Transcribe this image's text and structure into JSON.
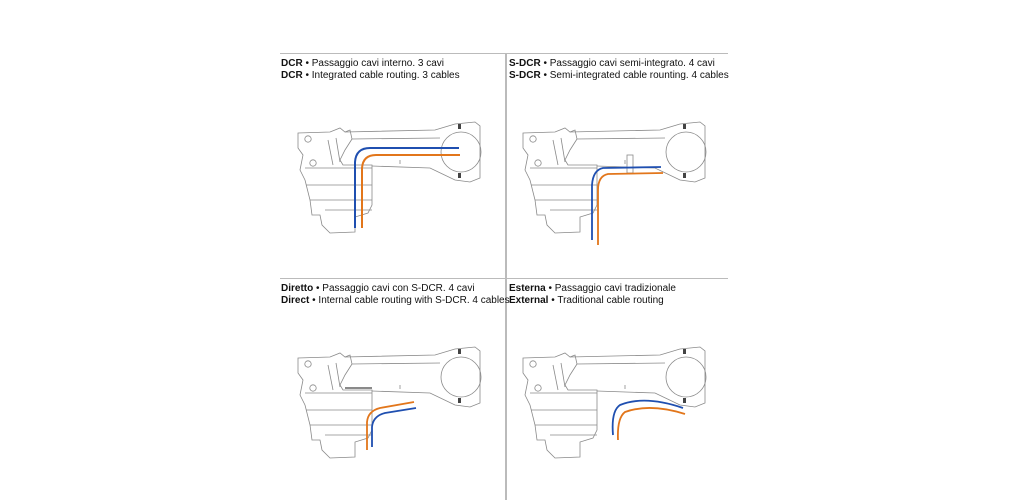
{
  "panels": [
    {
      "it_bold": "DCR",
      "it_text": "Passaggio cavi interno. 3 cavi",
      "en_bold": "DCR",
      "en_text": "Integrated cable routing. 3 cables"
    },
    {
      "it_bold": "S-DCR",
      "it_text": "Passaggio cavi semi-integrato. 4 cavi",
      "en_bold": "S-DCR",
      "en_text": "Semi-integrated cable rounting. 4 cables"
    },
    {
      "it_bold": "Diretto",
      "it_text": "Passaggio cavi con S-DCR. 4 cavi",
      "en_bold": "Direct",
      "en_text": "Internal cable routing with S-DCR. 4 cables"
    },
    {
      "it_bold": "Esterna",
      "it_text": "Passaggio cavi tradizionale",
      "en_bold": "External",
      "en_text": "Traditional cable routing"
    }
  ],
  "separator": " • ",
  "colors": {
    "blue_cable": "#1f4fb0",
    "orange_cable": "#e2761b",
    "line": "#8a8a8a"
  }
}
